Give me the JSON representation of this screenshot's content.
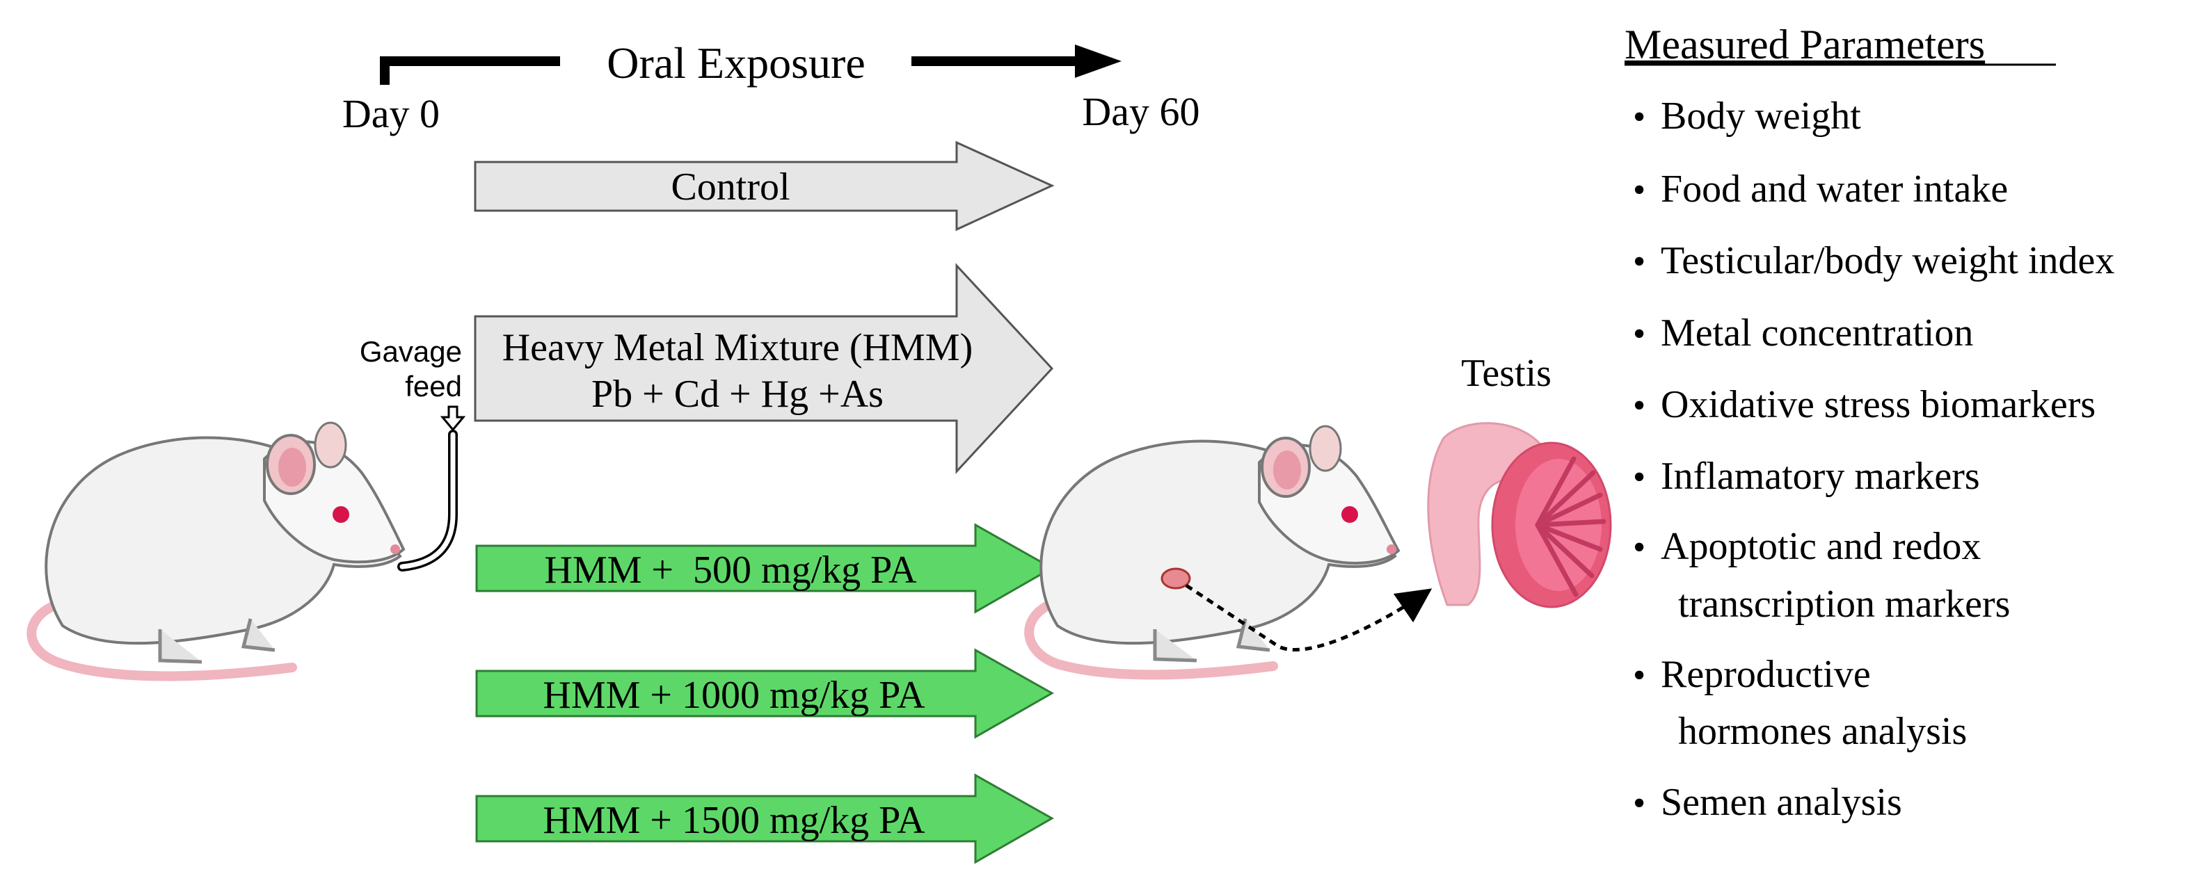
{
  "timeline": {
    "title": "Oral Exposure",
    "start_label": "Day 0",
    "end_label": "Day 60"
  },
  "gavage": {
    "line1": "Gavage",
    "line2": "feed"
  },
  "groups": [
    {
      "line1": "Control",
      "line2": "",
      "color": "#e6e6e6"
    },
    {
      "line1": "Heavy Metal Mixture (HMM)",
      "line2": "Pb + Cd + Hg +As",
      "color": "#e6e6e6"
    },
    {
      "line1": "HMM +  500 mg/kg PA",
      "line2": "",
      "color": "#5dd868"
    },
    {
      "line1": "HMM + 1000 mg/kg PA",
      "line2": "",
      "color": "#5dd868"
    },
    {
      "line1": "HMM + 1500 mg/kg PA",
      "line2": "",
      "color": "#5dd868"
    }
  ],
  "organ": {
    "label": "Testis"
  },
  "parameters": {
    "title": "Measured Parameters",
    "bullet": "•",
    "items": [
      {
        "line1": "Body weight",
        "line2": ""
      },
      {
        "line1": "Food and water intake",
        "line2": ""
      },
      {
        "line1": "Testicular/body weight index",
        "line2": ""
      },
      {
        "line1": "Metal concentration",
        "line2": ""
      },
      {
        "line1": "Oxidative stress biomarkers",
        "line2": ""
      },
      {
        "line1": "Inflamatory markers",
        "line2": ""
      },
      {
        "line1": "Apoptotic and redox",
        "line2": "transcription markers"
      },
      {
        "line1": "Reproductive",
        "line2": "hormones analysis"
      },
      {
        "line1": "Semen analysis",
        "line2": ""
      }
    ]
  },
  "icons": {
    "rat_left": "rat-illustration",
    "rat_right": "rat-illustration",
    "testis": "testis-illustration"
  }
}
